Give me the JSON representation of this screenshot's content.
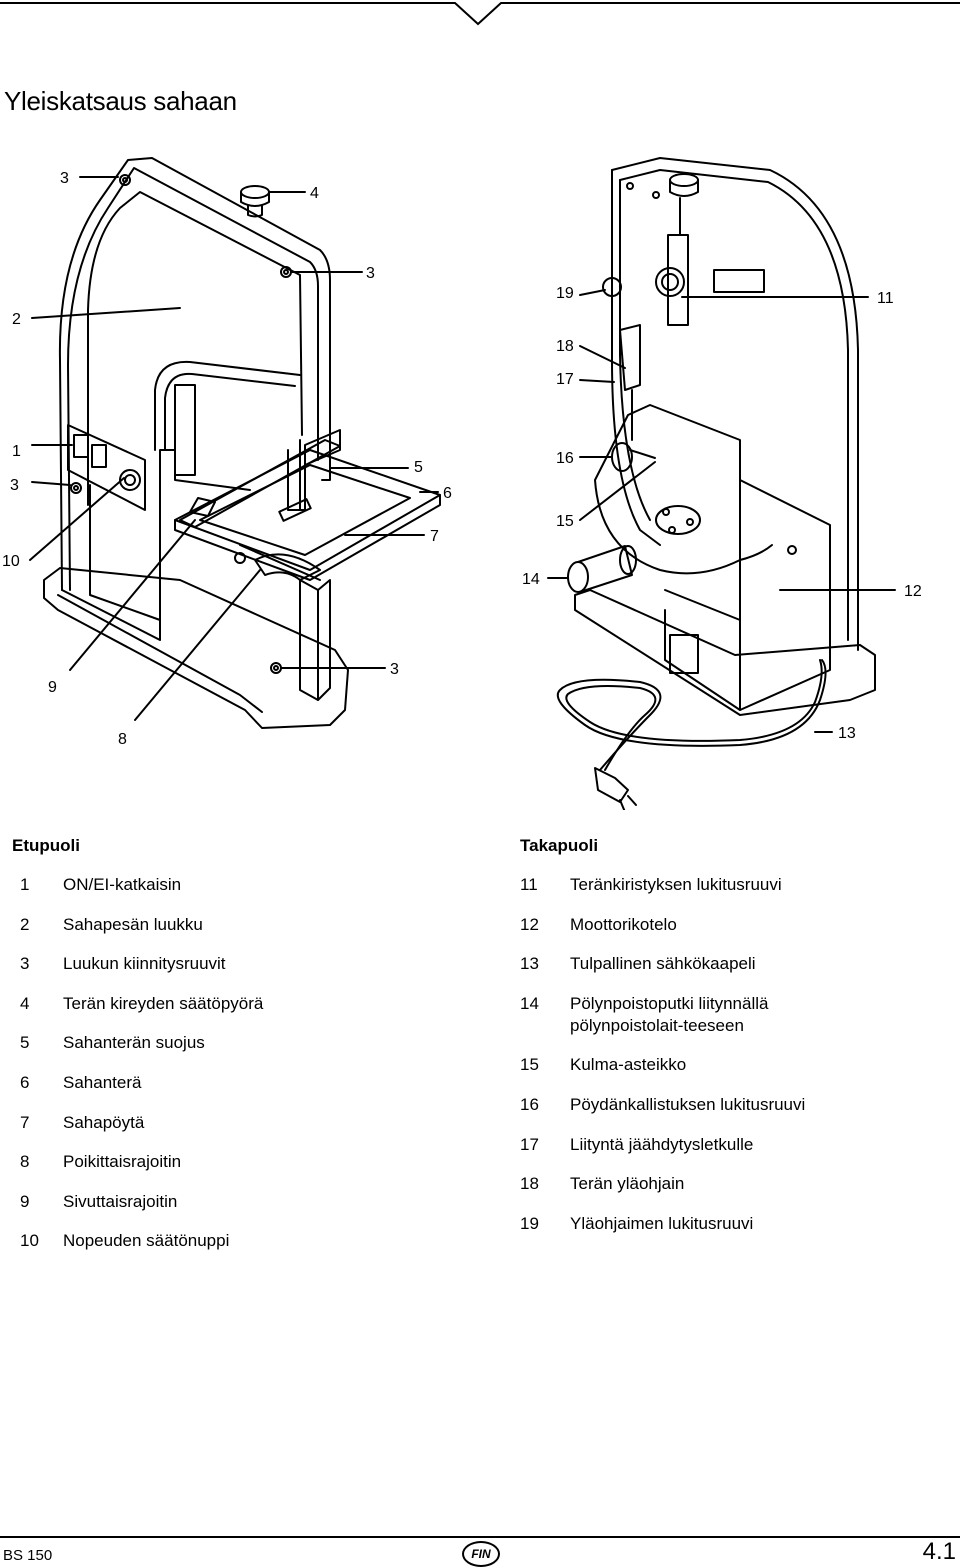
{
  "title": "Yleiskatsaus sahaan",
  "figure": {
    "callouts_front": [
      "3",
      "4",
      "3",
      "2",
      "1",
      "3",
      "5",
      "6",
      "7",
      "10",
      "9",
      "3",
      "8"
    ],
    "callouts_rear": [
      "19",
      "11",
      "18",
      "17",
      "16",
      "15",
      "14",
      "12",
      "13"
    ]
  },
  "front": {
    "heading": "Etupuoli",
    "items": [
      {
        "num": "1",
        "text": "ON/EI-katkaisin"
      },
      {
        "num": "2",
        "text": "Sahapesän luukku"
      },
      {
        "num": "3",
        "text": "Luukun kiinnitysruuvit"
      },
      {
        "num": "4",
        "text": "Terän kireyden säätöpyörä"
      },
      {
        "num": "5",
        "text": "Sahanterän suojus"
      },
      {
        "num": "6",
        "text": "Sahanterä"
      },
      {
        "num": "7",
        "text": "Sahapöytä"
      },
      {
        "num": "8",
        "text": "Poikittaisrajoitin"
      },
      {
        "num": "9",
        "text": "Sivuttaisrajoitin"
      },
      {
        "num": "10",
        "text": "Nopeuden säätönuppi"
      }
    ]
  },
  "rear": {
    "heading": "Takapuoli",
    "items": [
      {
        "num": "11",
        "text": "Teränkiristyksen lukitusruuvi"
      },
      {
        "num": "12",
        "text": "Moottorikotelo"
      },
      {
        "num": "13",
        "text": "Tulpallinen sähkökaapeli"
      },
      {
        "num": "14",
        "text": "Pölynpoistoputki liitynnällä pölynpoistolait-teeseen"
      },
      {
        "num": "15",
        "text": "Kulma-asteikko"
      },
      {
        "num": "16",
        "text": "Pöydänkallistuksen lukitusruuvi"
      },
      {
        "num": "17",
        "text": "Liityntä jäähdytysletkulle"
      },
      {
        "num": "18",
        "text": "Terän yläohjain"
      },
      {
        "num": "19",
        "text": "Yläohjaimen lukitusruuvi"
      }
    ]
  },
  "footer": {
    "model": "BS 150",
    "language": "FIN",
    "page": "4.1"
  }
}
